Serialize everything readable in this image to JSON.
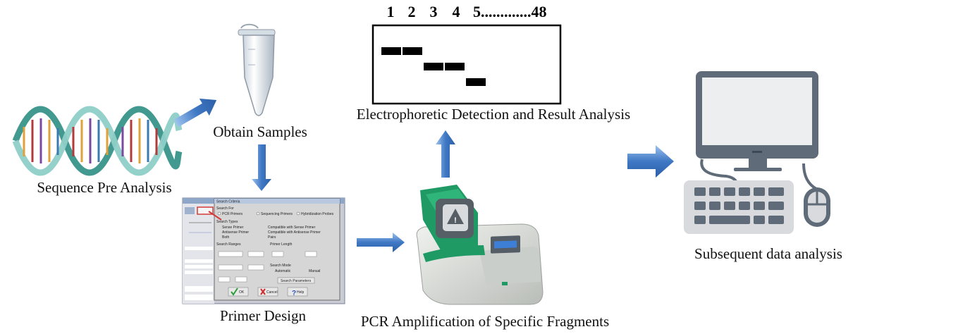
{
  "labels": {
    "sequence": "Sequence Pre Analysis",
    "samples": "Obtain Samples",
    "primer": "Primer Design",
    "pcr": "PCR Amplification of Specific Fragments",
    "electro": "Electrophoretic Detection and Result Analysis",
    "subsequent": "Subsequent data analysis"
  },
  "gel": {
    "lanes": [
      "1",
      "2",
      "3",
      "4"
    ],
    "last_lane": "5.............48"
  },
  "primer_window": {
    "title": "Search Criteria",
    "search_for_heading": "Search For",
    "search_for_options": [
      "PCR Primers",
      "Sequencing Primers",
      "Hybridization Probes"
    ],
    "search_type_heading": "Search Types",
    "search_types": [
      "Sense Primer",
      "Compatible with Sense Primer",
      "Antisense Primer",
      "Compatible with Antisense Primer",
      "Both",
      "Pairs"
    ],
    "ranges_heading": "Search Ranges",
    "length_heading": "Primer Length",
    "mode_heading": "Search Mode",
    "mode_options": [
      "Automatic",
      "Manual"
    ],
    "params_button": "Search Parameters",
    "ok_button": "OK",
    "cancel_button": "Cancel",
    "help_button": "Help"
  },
  "colors": {
    "arrow": "#3f78c4",
    "arrow_light": "#8fb6e8",
    "monitor": "#5f6b78",
    "screen": "#eceef0",
    "thermo_green": "#1f9a64",
    "thermo_body": "#d9dcd8"
  }
}
